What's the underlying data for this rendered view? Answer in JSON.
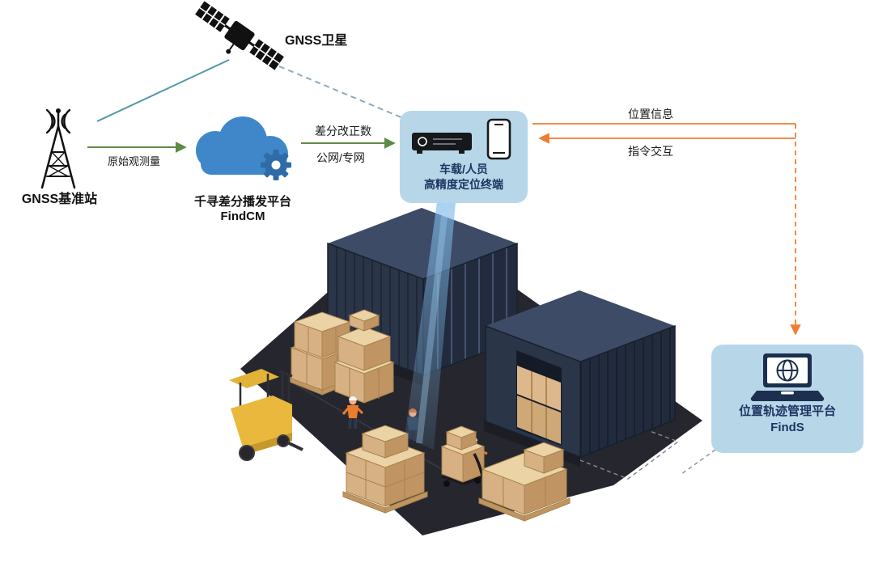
{
  "nodes": {
    "satellite": {
      "label": "GNSS卫星"
    },
    "base_station": {
      "label": "GNSS基准站"
    },
    "cloud": {
      "title": "千寻差分播发平台",
      "subtitle": "FindCM"
    },
    "terminal": {
      "line1": "车载/人员",
      "line2": "高精度定位终端"
    },
    "management_platform": {
      "title": "位置轨迹管理平台",
      "subtitle": "FindS"
    }
  },
  "edges": {
    "raw_observation": {
      "label": "原始观测量"
    },
    "correction": {
      "line1": "差分改正数",
      "line2": "公网/专网"
    },
    "position_info": {
      "label": "位置信息"
    },
    "command_interaction": {
      "label": "指令交互"
    }
  },
  "icons": {
    "satellite": "satellite-icon",
    "base_station": "radio-tower-icon",
    "cloud": "cloud-gear-icon",
    "receiver": "receiver-device-icon",
    "smartphone": "smartphone-icon",
    "laptop_globe": "laptop-globe-icon"
  },
  "colors": {
    "arrow_green": "#5e8c46",
    "arrow_orange": "#ee7d31",
    "line_teal": "#4f9aa6",
    "line_dash_blue": "#8fa8bf",
    "bubble_bg": "#b7d7e9",
    "node_text": "#1d3461",
    "cloud_blue": "#3f87c9",
    "gear_blue": "#2f6ba8",
    "platform_dark": "#26262e",
    "forklift_yellow": "#eab83d",
    "vest_orange": "#ea7c2c"
  }
}
